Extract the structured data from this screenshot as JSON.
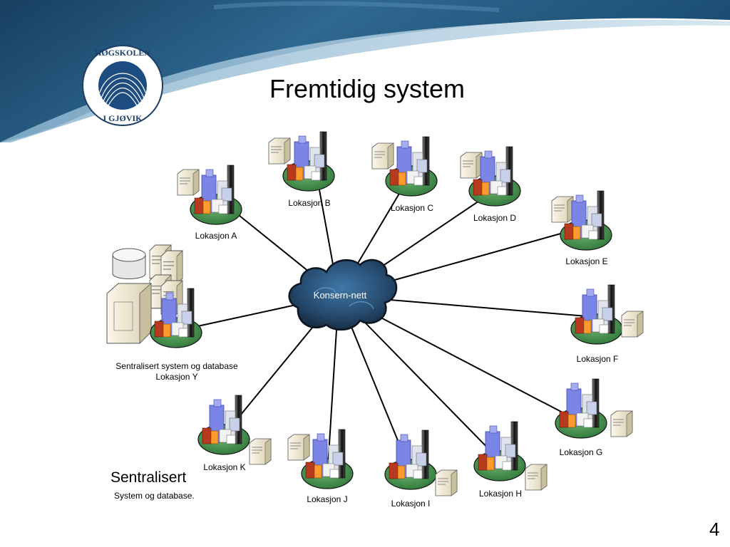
{
  "slide": {
    "title": "Fremtidig system",
    "page_number": "4",
    "logo_text": "HØGSKOLEN I GJØVIK"
  },
  "diagram": {
    "hub": {
      "label": "Konsern-nett"
    },
    "central_site": {
      "line1": "Sentralisert system og database",
      "line2": "Lokasjon Y"
    },
    "sites": [
      {
        "id": "a",
        "label": "Lokasjon A"
      },
      {
        "id": "b",
        "label": "Lokasjon B"
      },
      {
        "id": "c",
        "label": "Lokasjon C"
      },
      {
        "id": "d",
        "label": "Lokasjon D"
      },
      {
        "id": "e",
        "label": "Lokasjon E"
      },
      {
        "id": "f",
        "label": "Lokasjon F"
      },
      {
        "id": "g",
        "label": "Lokasjon G"
      },
      {
        "id": "h",
        "label": "Lokasjon H"
      },
      {
        "id": "i",
        "label": "Lokasjon I"
      },
      {
        "id": "j",
        "label": "Lokasjon J"
      },
      {
        "id": "k",
        "label": "Lokasjon K"
      }
    ]
  },
  "note": {
    "title": "Sentralisert",
    "subtitle": "System og database."
  },
  "colors": {
    "banner_dark": "#1e4f73",
    "banner_light": "#6a9cbc",
    "island_green": "#3e8a45",
    "cloud_dark": "#1a2c40",
    "cloud_mid": "#2f5f8c",
    "building_blue": "#7b85e6",
    "building_red": "#b83a1e",
    "server_beige": "#eee6cc"
  }
}
